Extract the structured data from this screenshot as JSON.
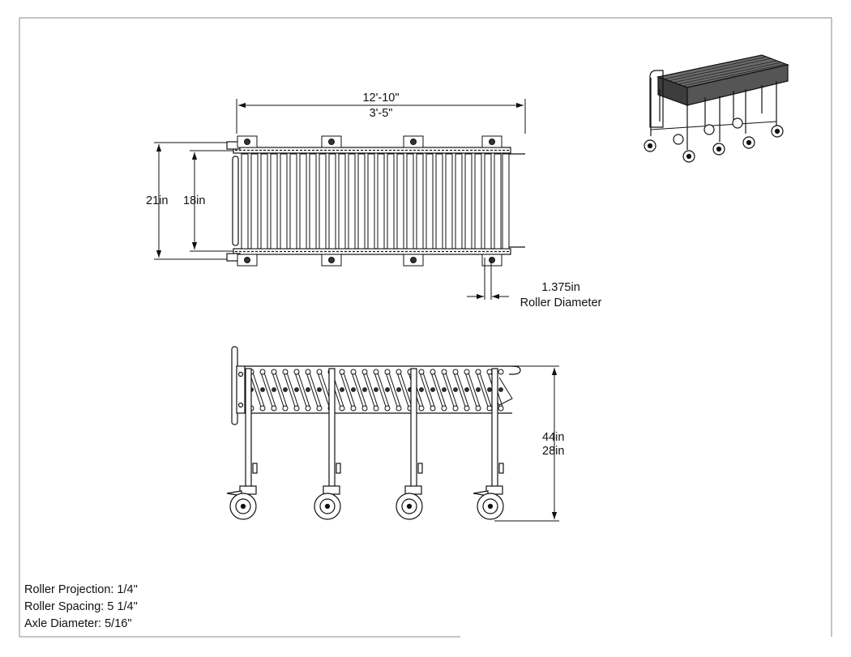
{
  "dimensions": {
    "overall_length": "12'-10\"",
    "collapsed_length": "3'-5\"",
    "outer_width": "21in",
    "roller_width": "18in",
    "roller_diameter_value": "1.375in",
    "roller_diameter_label": "Roller Diameter",
    "max_height": "44in",
    "min_height": "28in"
  },
  "specs": [
    "Roller Projection: 1/4\"",
    "Roller Spacing: 5 1/4\"",
    "Axle Diameter: 5/16\""
  ]
}
